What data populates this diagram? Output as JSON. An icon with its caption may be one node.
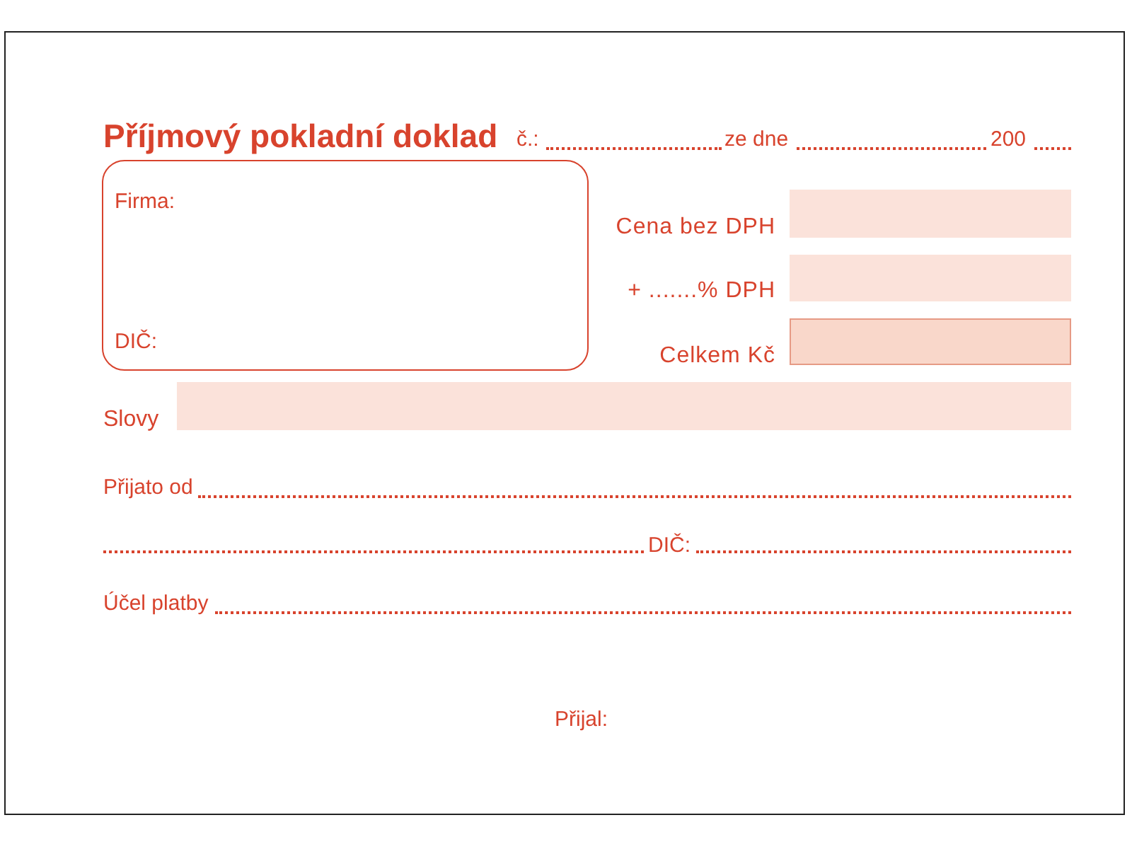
{
  "diagram": {
    "title": "Příjmový pokladní doklad",
    "nodes": [
      {
        "text": [
          "Firma:",
          "DIČ:"
        ]
      }
    ],
    "labels": [
      "č.:",
      "ze dne",
      "200",
      "Cena bez DPH",
      "+ .......% DPH",
      "Celkem Kč",
      "Slovy",
      "Přijato od",
      "DIČ:",
      "Účel platby",
      "Přijal:"
    ]
  }
}
